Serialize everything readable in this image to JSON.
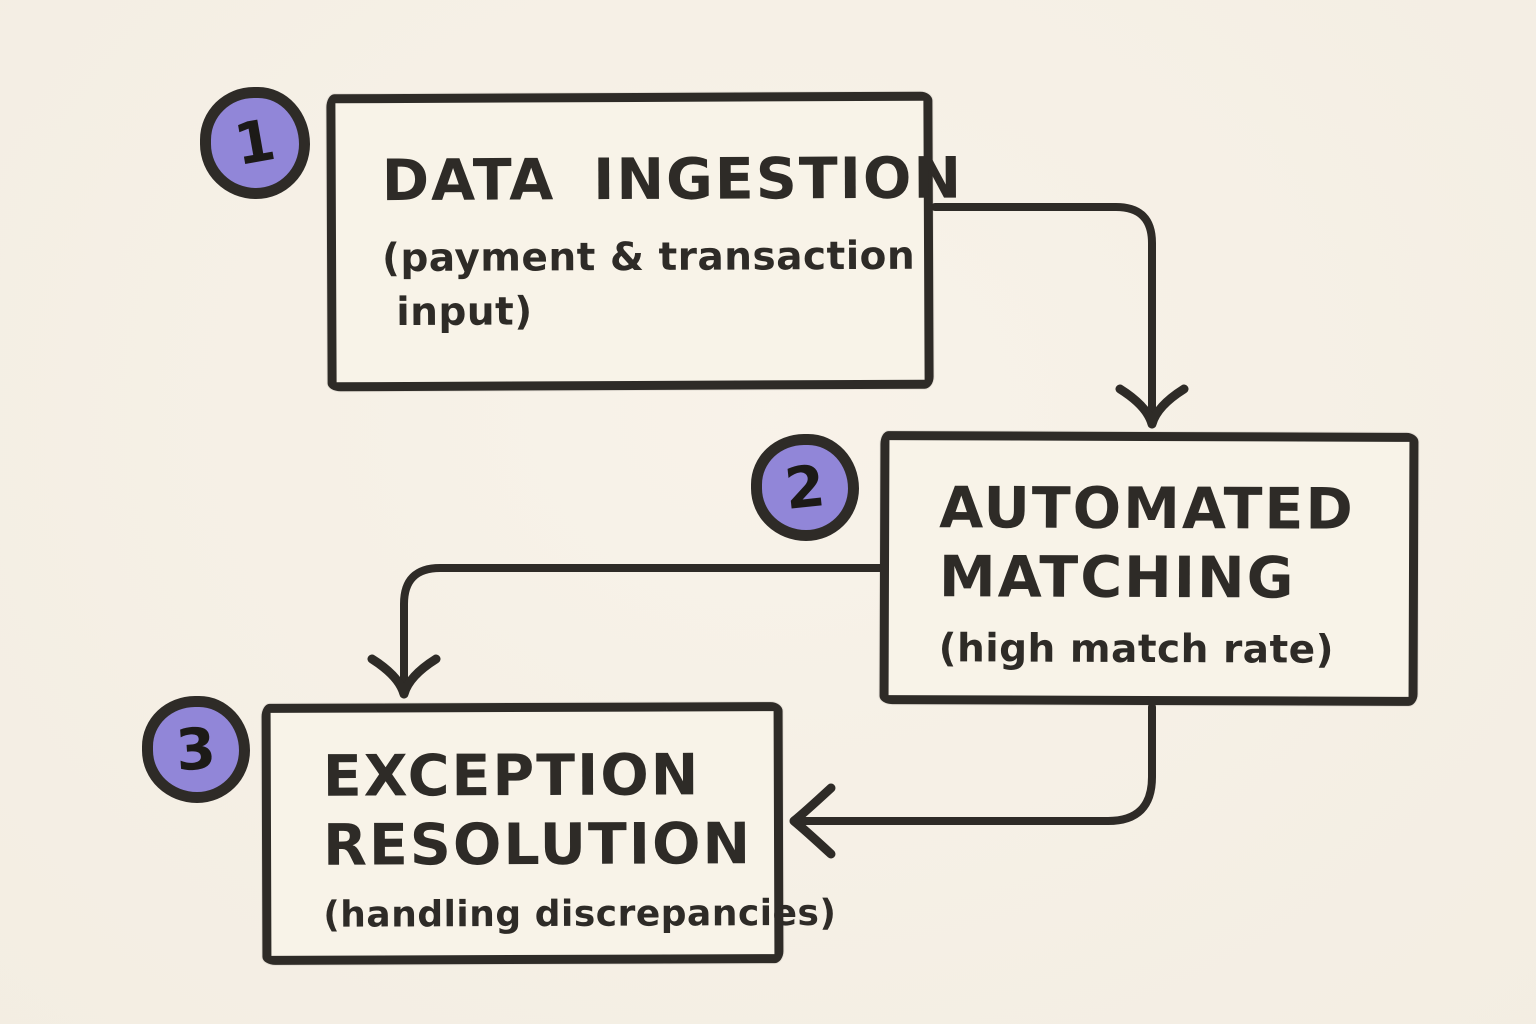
{
  "colors": {
    "paper": "#f7f1e6",
    "box_fill": "#f8f3e8",
    "ink": "#2e2b27",
    "badge_fill": "#9186d8"
  },
  "steps": [
    {
      "number": "1",
      "title_lines": [
        "DATA INGESTION"
      ],
      "subtitle_lines": [
        "(payment & transaction",
        "input)"
      ]
    },
    {
      "number": "2",
      "title_lines": [
        "AUTOMATED",
        "MATCHING"
      ],
      "subtitle_lines": [
        "(high match rate)"
      ]
    },
    {
      "number": "3",
      "title_lines": [
        "EXCEPTION",
        "RESOLUTION"
      ],
      "subtitle_lines": [
        "(handling discrepancies)"
      ]
    }
  ],
  "connections": [
    {
      "from": "1",
      "to": "2"
    },
    {
      "from": "2",
      "to": "3"
    },
    {
      "from": "2",
      "to": "3"
    }
  ]
}
